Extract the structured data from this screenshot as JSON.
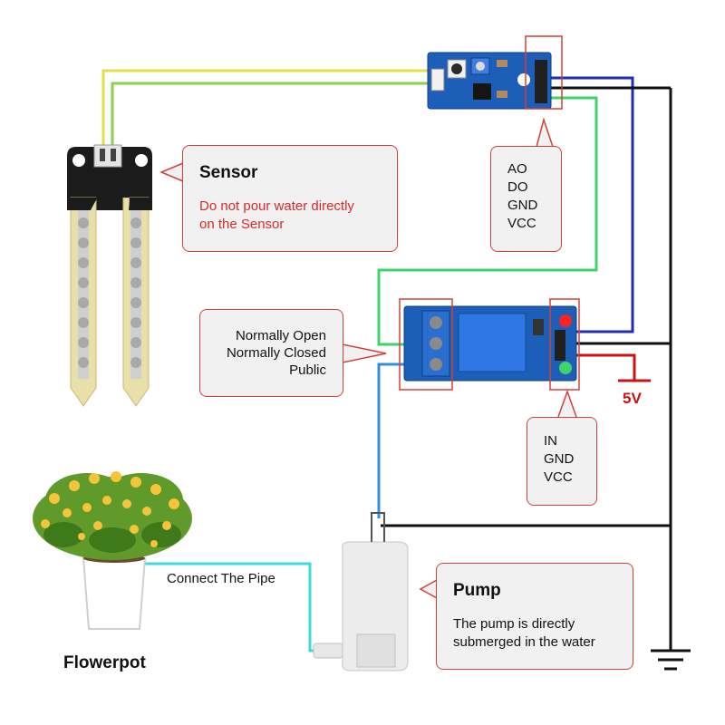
{
  "sensor_box": {
    "title": "Sensor",
    "warning_line1": "Do not pour water directly",
    "warning_line2": "on the Sensor"
  },
  "module_pins": [
    "AO",
    "DO",
    "GND",
    "VCC"
  ],
  "relay_terminals": [
    "Normally Open",
    "Normally Closed",
    "Public"
  ],
  "relay_pins": [
    "IN",
    "GND",
    "VCC"
  ],
  "power_label": "5V",
  "pump_box": {
    "title": "Pump",
    "desc_line1": "The pump is directly",
    "desc_line2": "submerged in the water"
  },
  "pipe_label": "Connect The Pipe",
  "flowerpot_label": "Flowerpot",
  "colors": {
    "callout_border": "#d2403a",
    "callout_fill": "#f1f1f1",
    "warning_text": "#d92b2b",
    "wire_yellow": "#e2e04a",
    "wire_green": "#3ed46a",
    "wire_blue": "#1f2fb4",
    "wire_lightblue": "#2f8fdc",
    "wire_cyan": "#3fd8dc",
    "wire_black": "#111111",
    "wire_red": "#cc1111",
    "pcb_blue": "#1d5fb8"
  }
}
